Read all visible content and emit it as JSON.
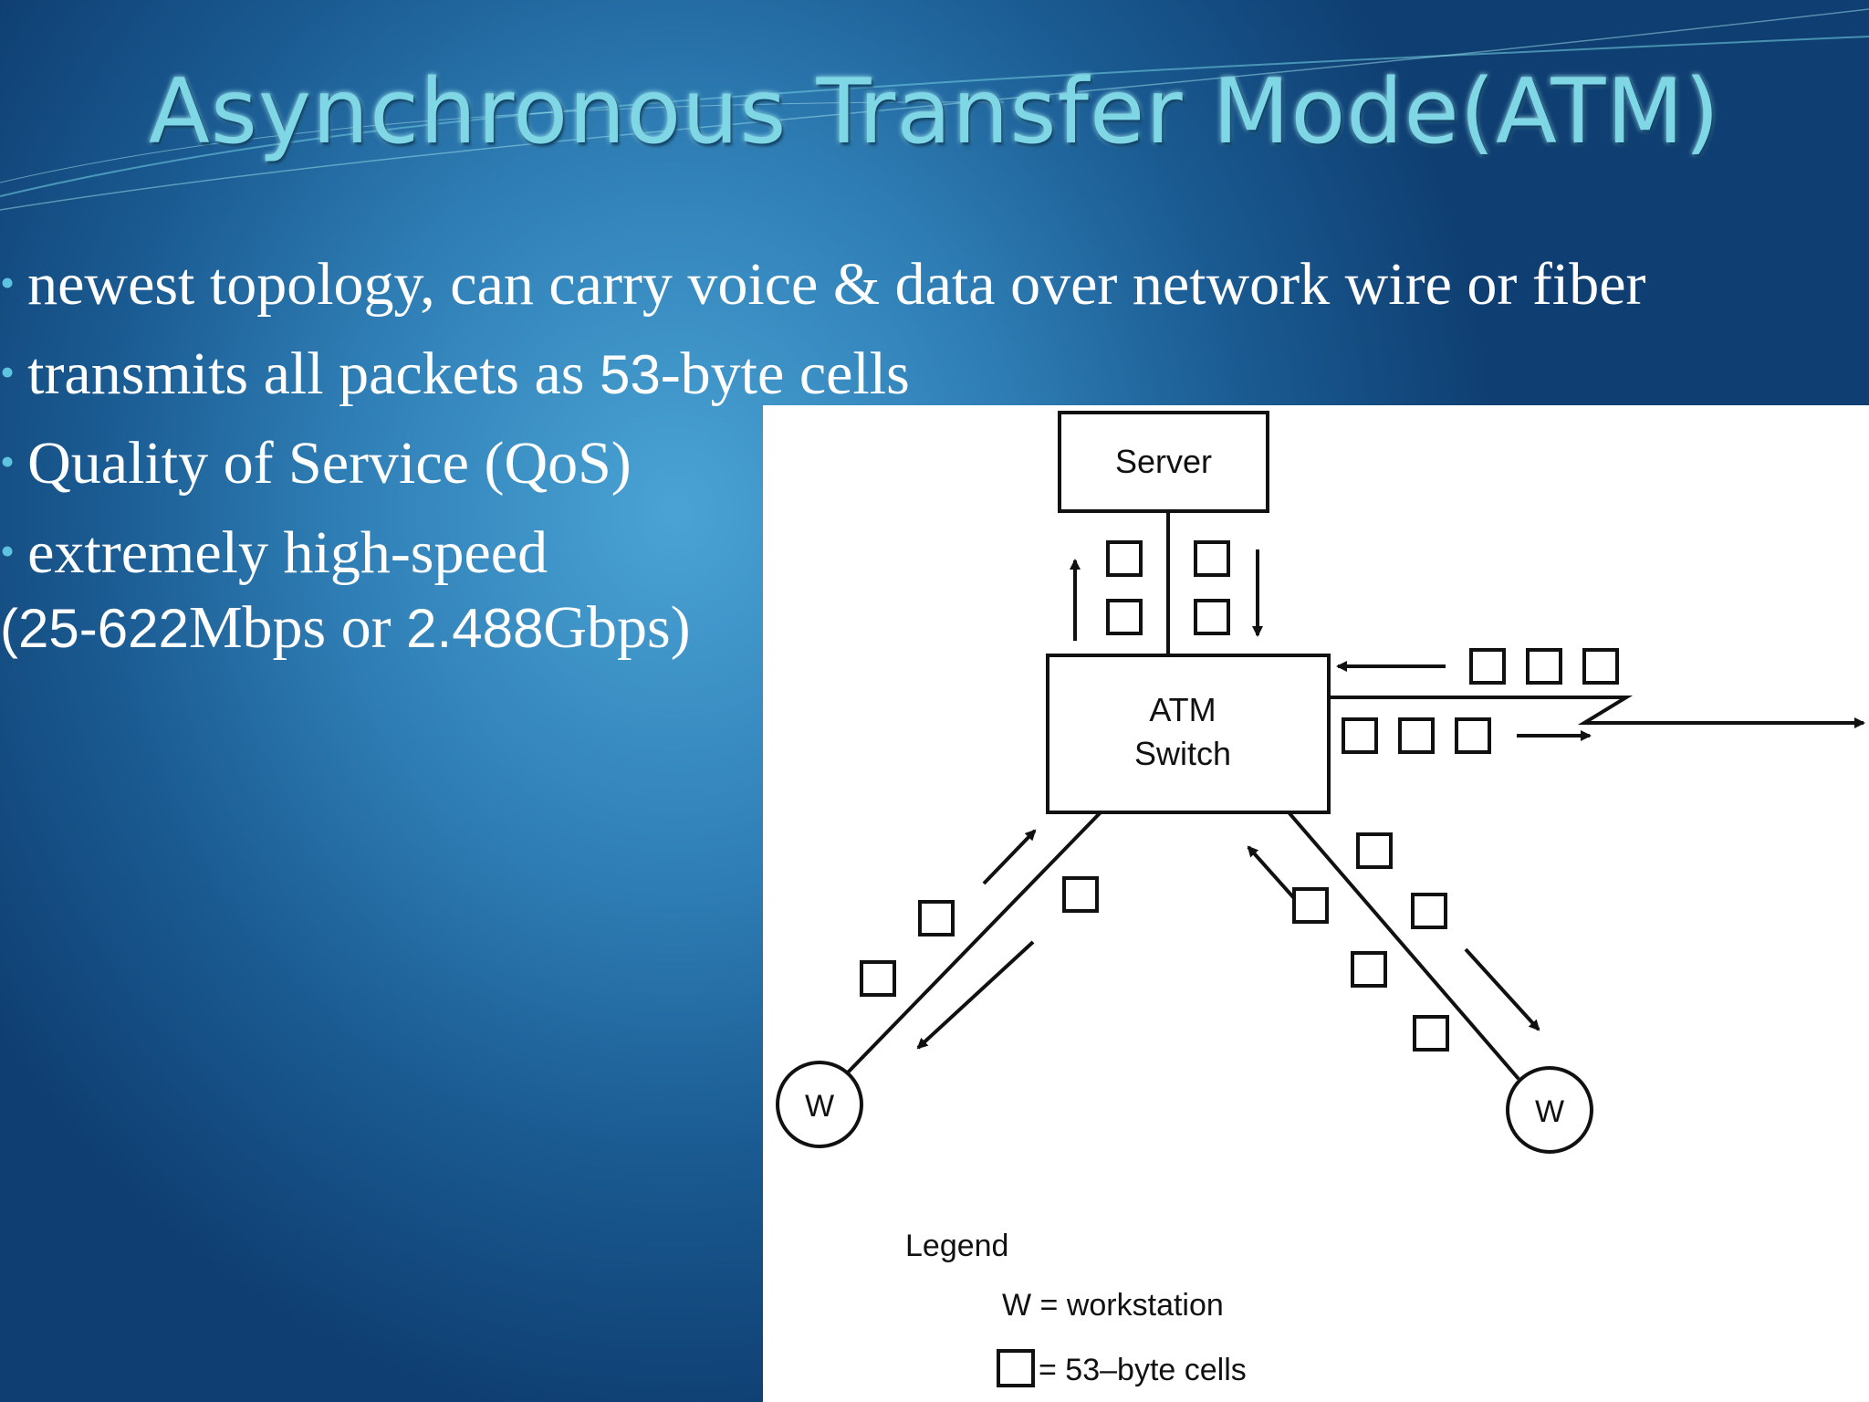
{
  "slide": {
    "title": "Asynchronous Transfer Mode(ATM)",
    "bullets": [
      {
        "text": "newest topology, can carry voice & data over network wire or fiber"
      },
      {
        "text_a": "transmits all packets as ",
        "text_num": "53",
        "text_b": "-byte cells"
      },
      {
        "text": "Quality of Service (QoS)"
      },
      {
        "text": "extremely high-speed"
      },
      {
        "p1": "(25-622",
        "p2": "Mbps or ",
        "p3": "2.488",
        "p4": "Gbps)"
      }
    ]
  },
  "diagram": {
    "server_label": "Server",
    "switch_label_line1": "ATM",
    "switch_label_line2": "Switch",
    "workstation_left": "W",
    "workstation_right": "W",
    "legend_title": "Legend",
    "legend_w": "W = workstation",
    "legend_cell": "= 53–byte cells"
  },
  "colors": {
    "title": "#7fd6e4",
    "bullet_dot": "#5ec3e0",
    "text": "#ffffff"
  }
}
